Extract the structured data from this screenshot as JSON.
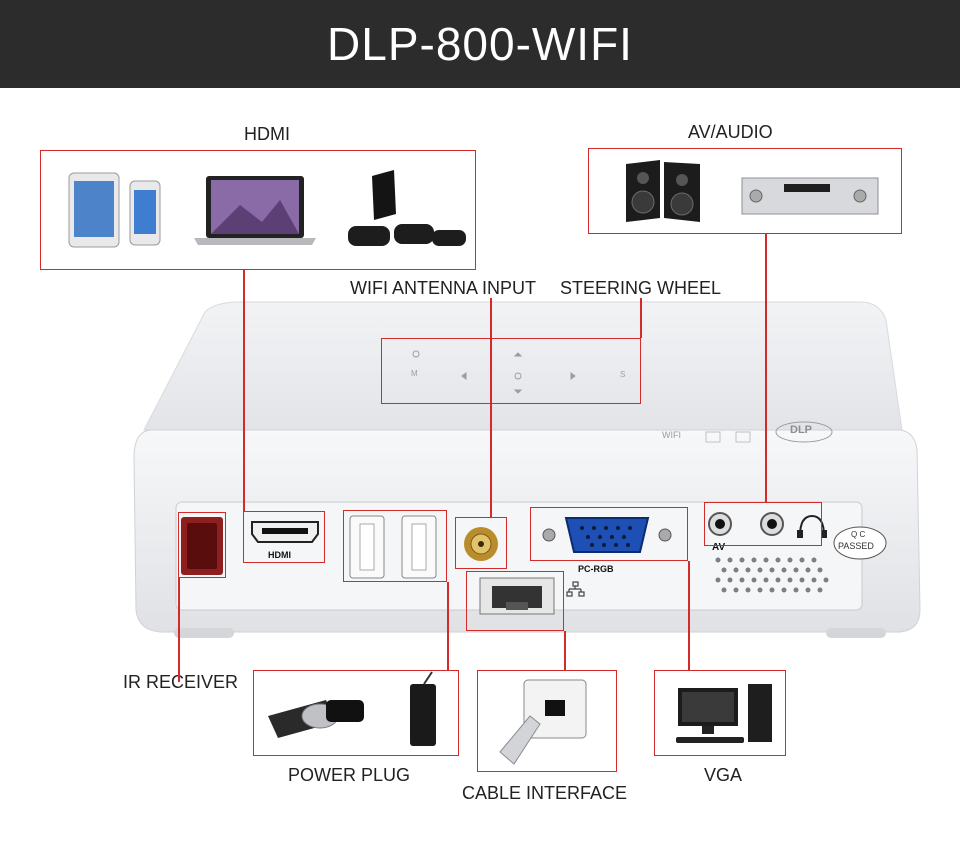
{
  "header": {
    "title": "DLP-800-WIFI"
  },
  "labels": {
    "hdmi": "HDMI",
    "av_audio": "AV/AUDIO",
    "wifi_antenna": "WIFI ANTENNA INPUT",
    "steering_wheel": "STEERING WHEEL",
    "ir_receiver": "IR RECEIVER",
    "power_plug": "POWER PLUG",
    "cable_interface": "CABLE INTERFACE",
    "vga": "VGA"
  },
  "port_labels": {
    "hdmi": "HDMI",
    "av": "AV",
    "pc_rgb": "PC-RGB",
    "qc": "Q C",
    "passed": "PASSED",
    "dlp": "DLP",
    "wifi": "WIFI"
  },
  "colors": {
    "header_bg": "#2c2c2c",
    "callout": "#d42a2a"
  }
}
